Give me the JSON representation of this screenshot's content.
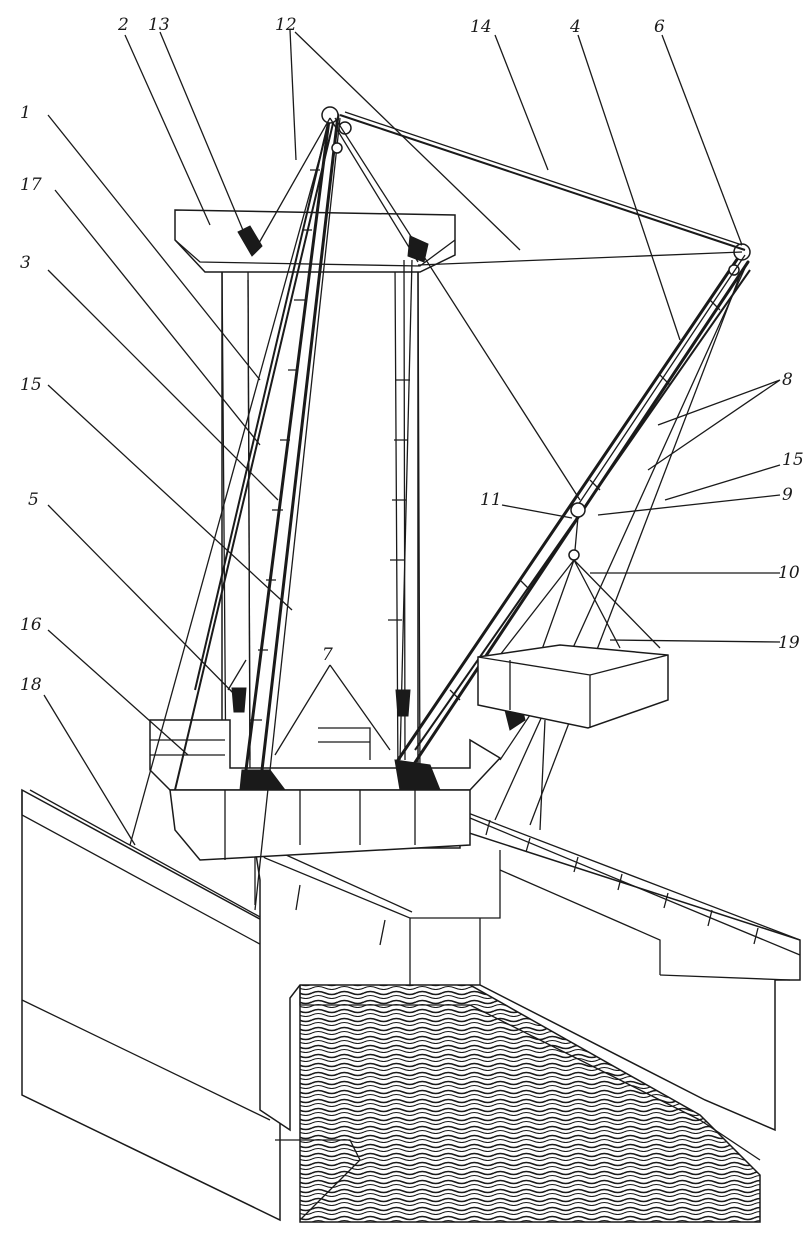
{
  "callouts": [
    "1",
    "2",
    "3",
    "4",
    "5",
    "6",
    "7",
    "8",
    "9",
    "10",
    "11",
    "12",
    "13",
    "14",
    "15",
    "15",
    "16",
    "17",
    "18",
    "19"
  ],
  "colors": {
    "ink": "#1a1a1a",
    "paper": "#ffffff"
  }
}
